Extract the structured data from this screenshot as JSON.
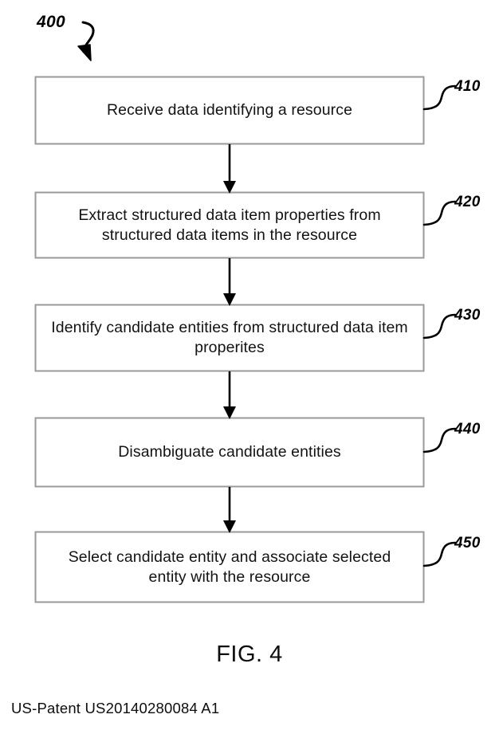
{
  "figure": {
    "diagram_ref": "400",
    "caption": "FIG. 4",
    "footer": "US-Patent US20140280084 A1"
  },
  "flowchart": {
    "type": "flowchart",
    "orientation": "top-to-bottom",
    "steps": [
      {
        "ref": "410",
        "text": "Receive data identifying a resource",
        "lines": [
          "Receive data identifying a resource"
        ]
      },
      {
        "ref": "420",
        "text": "Extract structured data item properties from structured data items in the resource",
        "lines": [
          "Extract structured data item properties from",
          "structured data items in the resource"
        ]
      },
      {
        "ref": "430",
        "text": "Identify candidate entities from structured data item properites",
        "lines": [
          "Identify candidate entities from structured",
          "data item properites"
        ]
      },
      {
        "ref": "440",
        "text": "Disambiguate candidate entities",
        "lines": [
          "Disambiguate candidate entities"
        ]
      },
      {
        "ref": "450",
        "text": "Select candidate entity and associate selected entity with the resource",
        "lines": [
          "Select candidate entity and associate",
          "selected entity with the resource"
        ]
      }
    ],
    "connectors": [
      "410-420",
      "420-430",
      "430-440",
      "440-450"
    ]
  },
  "colors": {
    "box_border": "#9a9a9a",
    "box_fill": "#ffffff",
    "text": "#131313",
    "arrow": "#000000",
    "page_background": "#ffffff"
  }
}
